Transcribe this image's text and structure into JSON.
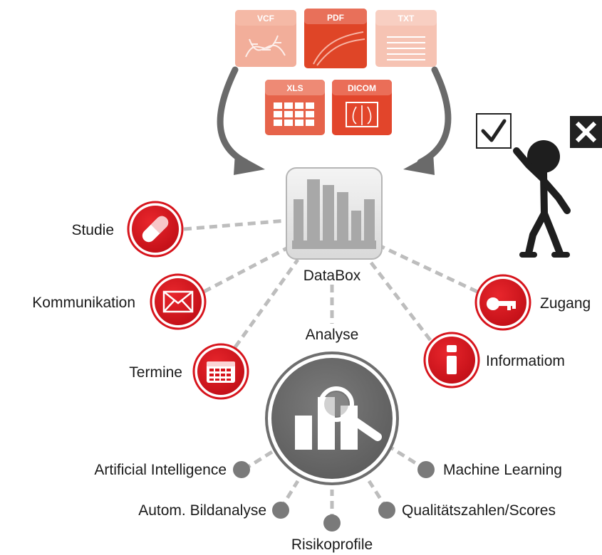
{
  "colors": {
    "accent_red": "#d7141c",
    "doc_light": "#f2a48d",
    "doc_dark": "#e24a2b",
    "connector_gray": "#bbbbbb",
    "hub_gray": "#6e6e6e",
    "node_gray": "#7a7a7a",
    "arrow_gray": "#6a6a6a"
  },
  "documents": [
    {
      "label": "VCF",
      "icon": "dna-icon"
    },
    {
      "label": "PDF",
      "icon": "curve-icon"
    },
    {
      "label": "TXT",
      "icon": "text-lines-icon"
    },
    {
      "label": "XLS",
      "icon": "grid-icon"
    },
    {
      "label": "DICOM",
      "icon": "xray-icon"
    }
  ],
  "databox": {
    "label": "DataBox",
    "icon": "bar-chart-icon"
  },
  "features": {
    "studie": {
      "label": "Studie",
      "icon": "pill-icon"
    },
    "kommunikation": {
      "label": "Kommunikation",
      "icon": "envelope-icon"
    },
    "termine": {
      "label": "Termine",
      "icon": "calendar-icon"
    },
    "zugang": {
      "label": "Zugang",
      "icon": "key-icon"
    },
    "information": {
      "label": "Informatiom",
      "icon": "info-icon"
    }
  },
  "analyse": {
    "label": "Analyse",
    "icon": "magnifier-chart-icon"
  },
  "methods": {
    "ai": "Artificial Intelligence",
    "bild": "Autom. Bildanalyse",
    "risiko": "Risikoprofile",
    "quali": "Qualitätszahlen/Scores",
    "ml": "Machine Learning"
  },
  "figure": {
    "icon": "stick-figure-icon",
    "check": "checkbox-check-icon",
    "cross": "close-box-icon"
  }
}
